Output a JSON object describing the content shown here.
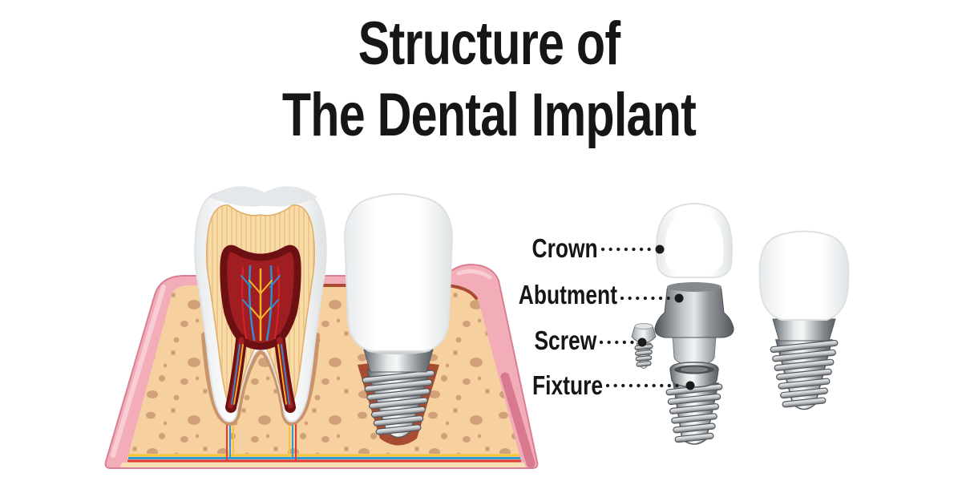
{
  "title": {
    "line1": "Structure of",
    "line2": "The Dental Implant"
  },
  "parts": [
    {
      "label": "Crown"
    },
    {
      "label": "Abutment"
    },
    {
      "label": "Screw"
    },
    {
      "label": "Fixture"
    }
  ],
  "colors": {
    "text": "#161616",
    "leader": "#1b1b1b",
    "gum": "#f3adb9",
    "gum_edge": "#d97e93",
    "gum_highlight": "#f9cdd6",
    "gum_shadow": "#d8798f",
    "bone": "#f7d0a0",
    "bone_light": "#f9ddb4",
    "speckle": "#cfa078",
    "socket_outline": "#a84b33",
    "dentin": "#f8dca8",
    "striation": "#e5b272",
    "enamel": "#ffffff",
    "enamel_shade": "#e2e6e9",
    "root_outline": "#c9936b",
    "pulp_fill": "#a01d22",
    "pulp_outline": "#6d1013",
    "nerve_red": "#d5252b",
    "nerve_blue": "#2f8fd0",
    "nerve_yellow": "#f2b927",
    "vessel_yellow": "#f2c53d",
    "vessel_blue": "#2f9bd6",
    "vessel_red": "#e03a3c",
    "metal_dark": "#5a5e62",
    "metal_light": "#f2f4f5"
  }
}
